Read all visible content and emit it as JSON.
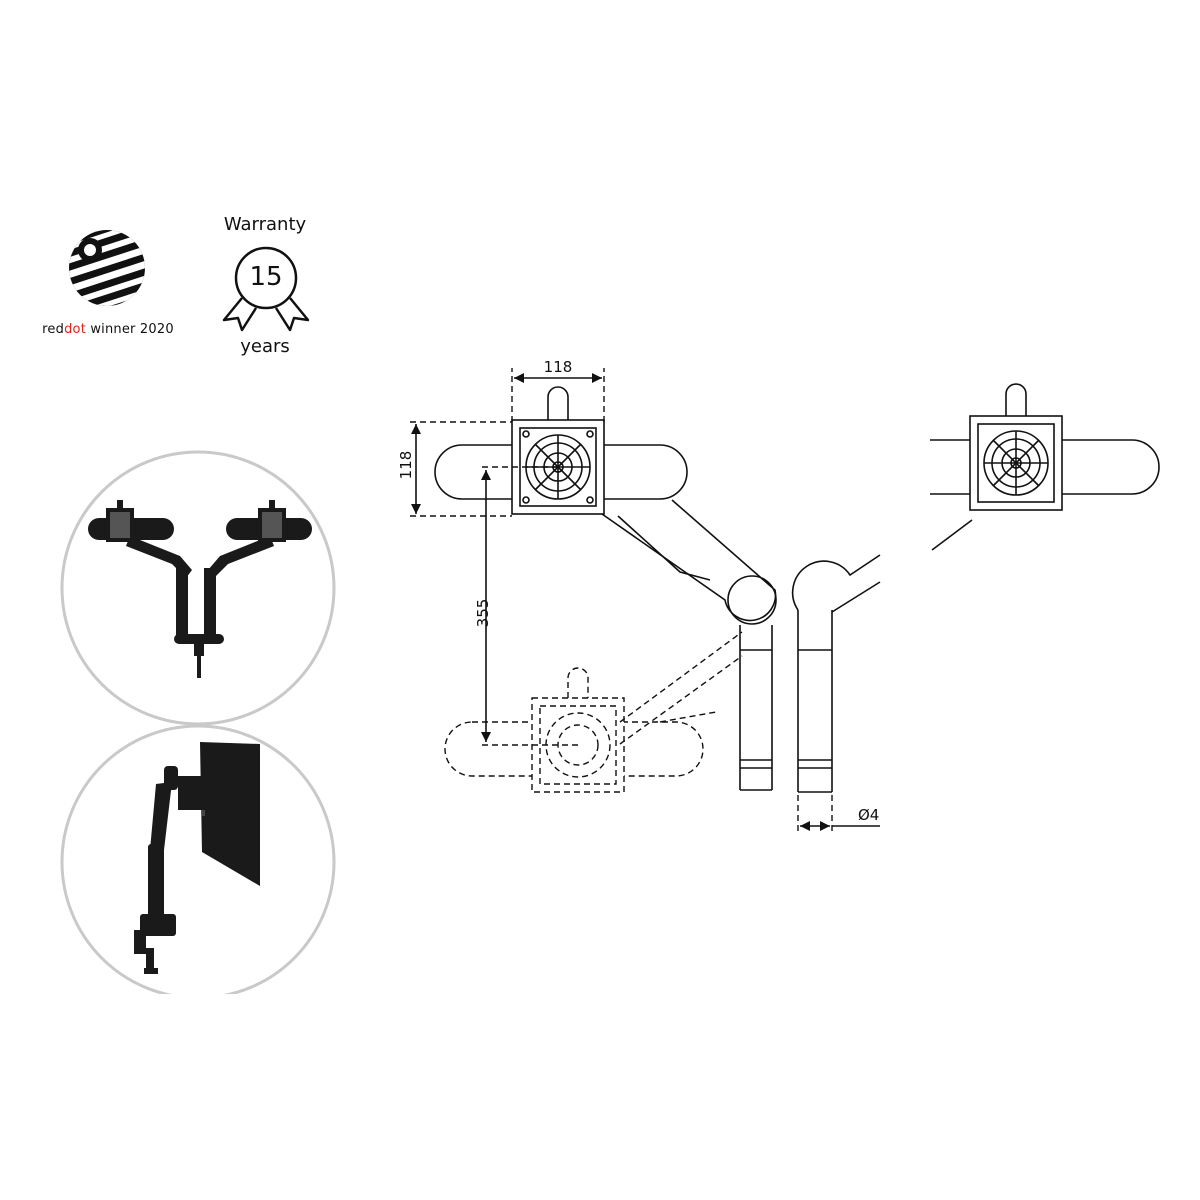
{
  "badges": {
    "reddot": {
      "prefix_red": "red",
      "prefix_dot": "dot",
      "rest": " winner 2020",
      "icon": "reddot-sphere-icon",
      "dot_color": "#e2231a"
    },
    "warranty": {
      "title": "Warranty",
      "number": "15",
      "unit": "years",
      "icon": "rosette-icon"
    }
  },
  "photos": {
    "top_circle": "dual-monitor-arm-photo",
    "bottom_circle": "single-monitor-arm-with-screen-photo",
    "circle_border_color": "#c9c9c9",
    "arm_color": "#1a1a1a"
  },
  "dimensions": {
    "vesa_width": "118",
    "vesa_height": "118",
    "vertical_travel": "355",
    "diameter_symbol": "Ø4"
  }
}
